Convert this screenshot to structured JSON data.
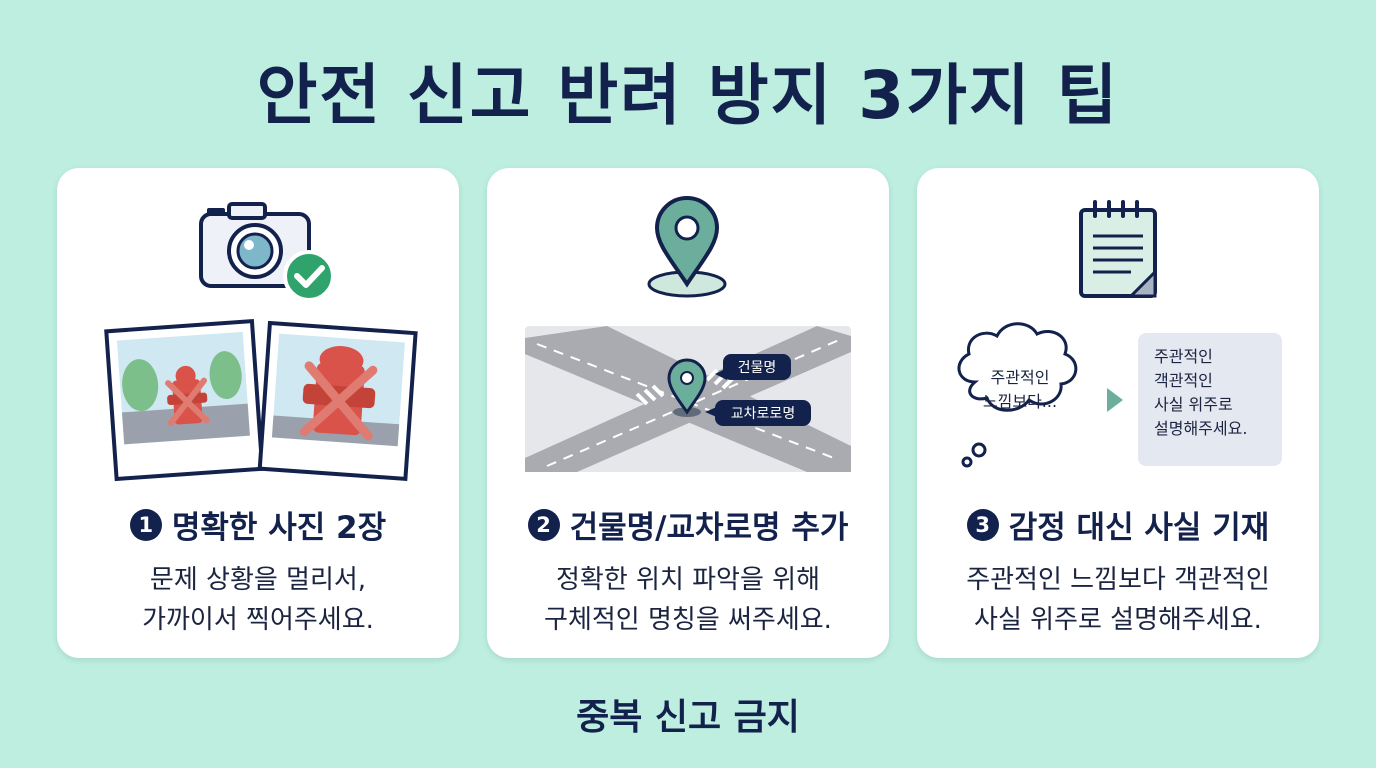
{
  "title": "안전 신고 반려 방지 3가지 팁",
  "cards": [
    {
      "number": "1",
      "title": "명확한 사진 2장",
      "desc": [
        "문제 상황을 멀리서,",
        "가까이서 찍어주세요."
      ],
      "icons": [
        "camera-icon",
        "check-icon",
        "fire-hydrant-photo",
        "fire-hydrant-closeup-photo"
      ]
    },
    {
      "number": "2",
      "title": "건물명/교차로명 추가",
      "desc": [
        "정확한 위치 파악을 위해",
        "구체적인 명칭을 써주세요."
      ],
      "map_labels": [
        "건물명",
        "교차로로명"
      ],
      "icons": [
        "location-pin-icon",
        "intersection-map"
      ]
    },
    {
      "number": "3",
      "title": "감정 대신 사실 기재",
      "desc": [
        "주관적인 느낌보다 객관적인",
        "사실 위주로 설명해주세요."
      ],
      "thought_bubble": [
        "주관적인",
        "느낌보다..."
      ],
      "box_text": [
        "주관적인",
        "객관적인",
        "사실 위주로",
        "설명해주세요."
      ],
      "icons": [
        "notepad-icon",
        "thought-bubble",
        "arrow-right-icon"
      ]
    }
  ],
  "footer": "중복 신고 금지",
  "colors": {
    "background": "#bdeee0",
    "navy": "#13224c",
    "teal": "#6cae9c",
    "green_check": "#2fa36b",
    "hydrant_red": "#d9534a"
  }
}
